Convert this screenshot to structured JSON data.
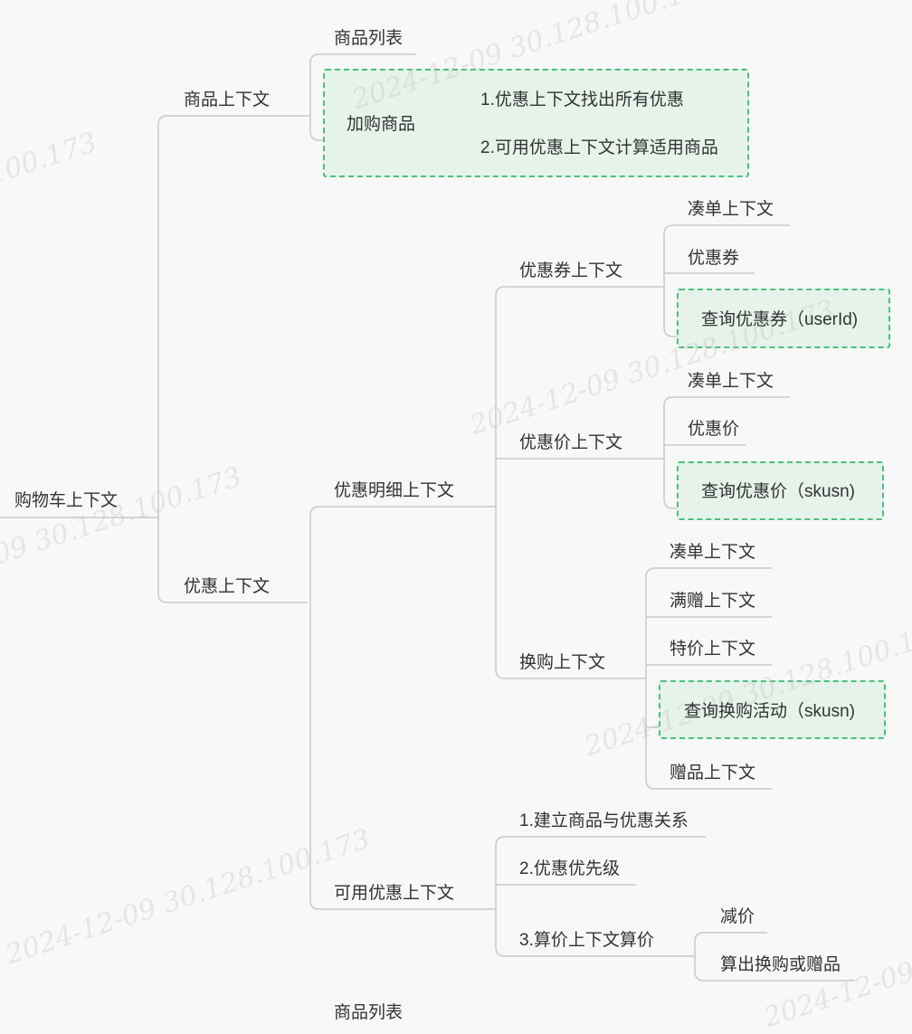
{
  "watermark": "2024-12-09 30.128.100.173",
  "root": "购物车上下文",
  "goods_context": {
    "label": "商品上下文",
    "list": "商品列表",
    "add": {
      "label": "加购商品",
      "steps": [
        "1.优惠上下文找出所有优惠",
        "2.可用优惠上下文计算适用商品"
      ]
    }
  },
  "promo_context": {
    "label": "优惠上下文",
    "detail": {
      "label": "优惠明细上下文",
      "coupon": {
        "label": "优惠券上下文",
        "children": [
          "凑单上下文",
          "优惠券"
        ],
        "query": "查询优惠券（userId)"
      },
      "price": {
        "label": "优惠价上下文",
        "children": [
          "凑单上下文",
          "优惠价"
        ],
        "query": "查询优惠价（skusn)"
      },
      "swap": {
        "label": "换购上下文",
        "children": [
          "凑单上下文",
          "满赠上下文",
          "特价上下文"
        ],
        "query": "查询换购活动（skusn)",
        "last": "赠品上下文"
      }
    },
    "available": {
      "label": "可用优惠上下文",
      "steps": [
        "1.建立商品与优惠关系",
        "2.优惠优先级"
      ],
      "calc": {
        "label": "3.算价上下文算价",
        "children": [
          "减价",
          "算出换购或赠品"
        ]
      }
    }
  },
  "bottom_partial": "商品列表"
}
